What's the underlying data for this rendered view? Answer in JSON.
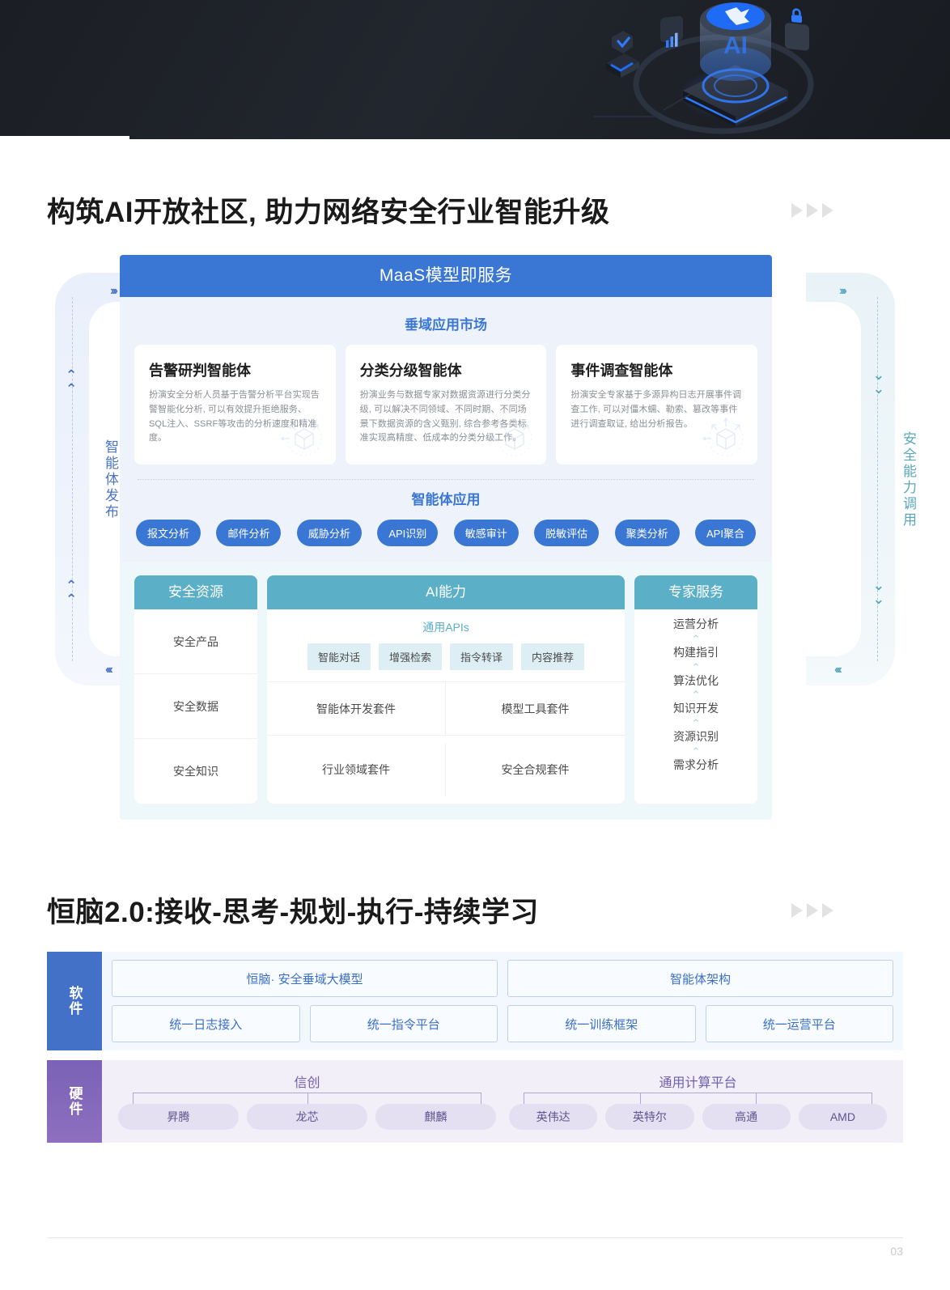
{
  "hero": {
    "art_label": "AI"
  },
  "section1": {
    "title": "构筑AI开放社区, 助力网络安全行业智能升级",
    "panel_header": "MaaS模型即服务",
    "market_title": "垂域应用市场",
    "cards": [
      {
        "title": "告警研判智能体",
        "desc": "扮演安全分析人员基于告警分析平台实现告警智能化分析, 可以有效提升拒绝服务、SQL注入、SSRF等攻击的分析速度和精准度。"
      },
      {
        "title": "分类分级智能体",
        "desc": "扮演业务与数据专家对数据资源进行分类分级, 可以解决不同领域、不同时期、不同场景下数据资源的含义甄别, 综合参考各类标准实现高精度、低成本的分类分级工作。"
      },
      {
        "title": "事件调查智能体",
        "desc": "扮演安全专家基于多源异构日志开展事件调查工作, 可以对僵木蠕、勒索、篡改等事件进行调查取证, 给出分析报告。"
      }
    ],
    "agent_app_title": "智能体应用",
    "agent_tags": [
      "报文分析",
      "邮件分析",
      "威胁分析",
      "API识别",
      "敏感审计",
      "脱敏评估",
      "聚类分析",
      "API聚合"
    ],
    "resources": {
      "header": "安全资源",
      "items": [
        "安全产品",
        "安全数据",
        "安全知识"
      ]
    },
    "ai_capability": {
      "header": "AI能力",
      "api_title": "通用APIs",
      "api_tags": [
        "智能对话",
        "增强检索",
        "指令转译",
        "内容推荐"
      ],
      "kits": [
        "智能体开发套件",
        "模型工具套件",
        "行业领域套件",
        "安全合规套件"
      ]
    },
    "experts": {
      "header": "专家服务",
      "items": [
        "运营分析",
        "构建指引",
        "算法优化",
        "知识开发",
        "资源识别",
        "需求分析"
      ]
    },
    "rail_left": {
      "label": "智能体发布"
    },
    "rail_right": {
      "label": "安全能力调用"
    }
  },
  "section2": {
    "title": "恒脑2.0:接收-思考-规划-执行-持续学习",
    "software": {
      "tab": "软件",
      "top": [
        "恒脑· 安全垂域大模型",
        "智能体架构"
      ],
      "bottom": [
        "统一日志接入",
        "统一指令平台",
        "统一训练框架",
        "统一运营平台"
      ]
    },
    "hardware": {
      "tab": "硬件",
      "groups": [
        {
          "title": "信创",
          "chips": [
            "昇腾",
            "龙芯",
            "麒麟"
          ]
        },
        {
          "title": "通用计算平台",
          "chips": [
            "英伟达",
            "英特尔",
            "高通",
            "AMD"
          ]
        }
      ]
    }
  },
  "footer": {
    "page_number": "03"
  },
  "colors": {
    "brand_blue": "#3a77d4",
    "teal": "#5bafc6",
    "purple": "#7a62b5",
    "hero_dark": "#1b1e24"
  }
}
